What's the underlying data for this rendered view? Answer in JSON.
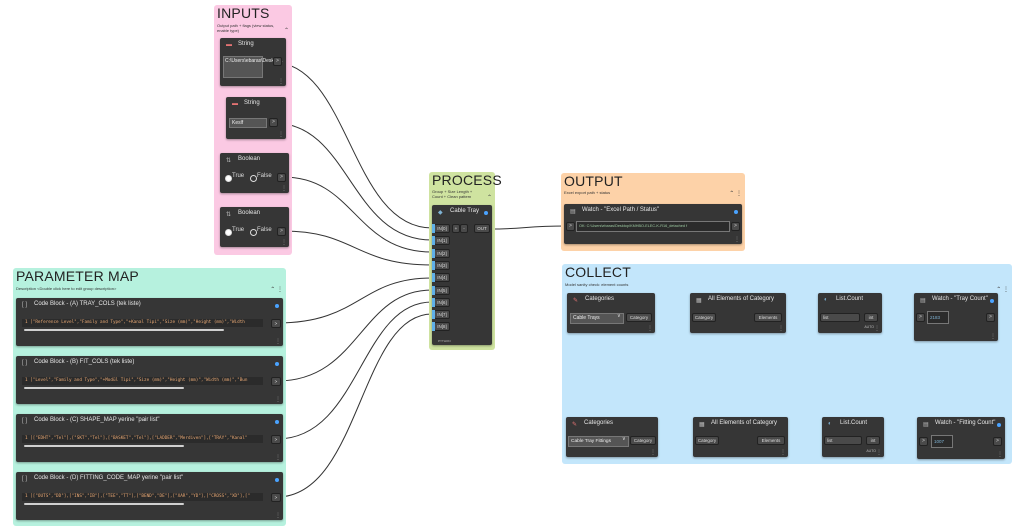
{
  "inputs": {
    "title": "INPUTS",
    "description": "Output path + flags (view status, enable type)",
    "color": "#fbc9e3",
    "string1": {
      "title": "String",
      "value": "C:\\Users\\ebaras\\Desktop\\"
    },
    "string2": {
      "title": "String",
      "value": "Keslf"
    },
    "bool1": {
      "title": "Boolean",
      "true_label": "True",
      "false_label": "False"
    },
    "bool2": {
      "title": "Boolean",
      "true_label": "True",
      "false_label": "False"
    }
  },
  "process": {
    "title": "PROCESS",
    "description": "Group + Size Length + Count + Clean pattern",
    "color": "#cfe3a0",
    "node_title": "Cable Tray",
    "ports": [
      "IN[0]",
      "IN[1]",
      "IN[2]",
      "IN[3]",
      "IN[4]",
      "IN[5]",
      "IN[6]",
      "IN[7]",
      "IN[8]"
    ],
    "out_port": "OUT",
    "plus": "+",
    "minus": "-",
    "footer": "PYTHON"
  },
  "output": {
    "title": "OUTPUT",
    "description": "Excel export path + status",
    "color": "#fdd2a8",
    "watch_title": "Watch - \"Excel Path / Status\"",
    "watch_value": "OK: C:\\Users\\ebaras\\Desktop\\KMHBO-ELEC-K-R16_detached f"
  },
  "parameter_map": {
    "title": "PARAMETER MAP",
    "description": "Description <Double click here to edit group description>",
    "color": "#b6f1de",
    "blocks": [
      {
        "title": "Code Block - (A) TRAY_COLS (tek liste)",
        "code": "1 [\"Reference Level\",\"Family and Type\",\"+Kanal Tipi\",\"Size (mm)\",\"Height (mm)\",\"Width"
      },
      {
        "title": "Code Block - (B) FIT_COLS (tek liste)",
        "code": "1 [\"Level\",\"Family and Type\",\"+Modül Tipi\",\"Size (mm)\",\"Height (mm)\",\"Width (mm)\",\"Bun"
      },
      {
        "title": "Code Block - (C) SHAPE_MAP yerine \"pair list\"",
        "code": "1 [[\"EDHT\",\"Tel\"],[\"SKT\",\"Tel\"],[\"BASKET\",\"Tel\"],[\"LADDER\",\"Merdiven\"],[\"TRAY\",\"Kanal\""
      },
      {
        "title": "Code Block - (D) FITTING_CODE_MAP yerine \"pair list\"",
        "code": "1 [[\"OUTS\",\"DD\"],[\"INS\",\"IB\"],[\"TEE\",\"TT\"],[\"BEND\",\"DE\"],[\"XAR\",\"YD\"],[\"CROSS\",\"XD\"],[\""
      }
    ]
  },
  "collect": {
    "title": "COLLECT",
    "description": "Model sanity check: element counts",
    "color": "#c3e6fb",
    "row1": {
      "categories_title": "Categories",
      "categories_value": "Cable Trays",
      "category_port": "Category",
      "all_elements_title": "All Elements of Category",
      "elements_in": "Category",
      "elements_out": "Elements",
      "count_title": "List.Count",
      "count_in": "list",
      "count_out": "int",
      "auto": "AUTO",
      "watch_title": "Watch - \"Tray Count\"",
      "watch_value": "2183"
    },
    "row2": {
      "categories_title": "Categories",
      "categories_value": "Cable Tray Fittings",
      "category_port": "Category",
      "all_elements_title": "All Elements of Category",
      "elements_in": "Category",
      "elements_out": "Elements",
      "count_title": "List.Count",
      "count_in": "list",
      "count_out": "int",
      "auto": "AUTO",
      "watch_title": "Watch - \"Fitting Count\"",
      "watch_value": "1007"
    }
  }
}
